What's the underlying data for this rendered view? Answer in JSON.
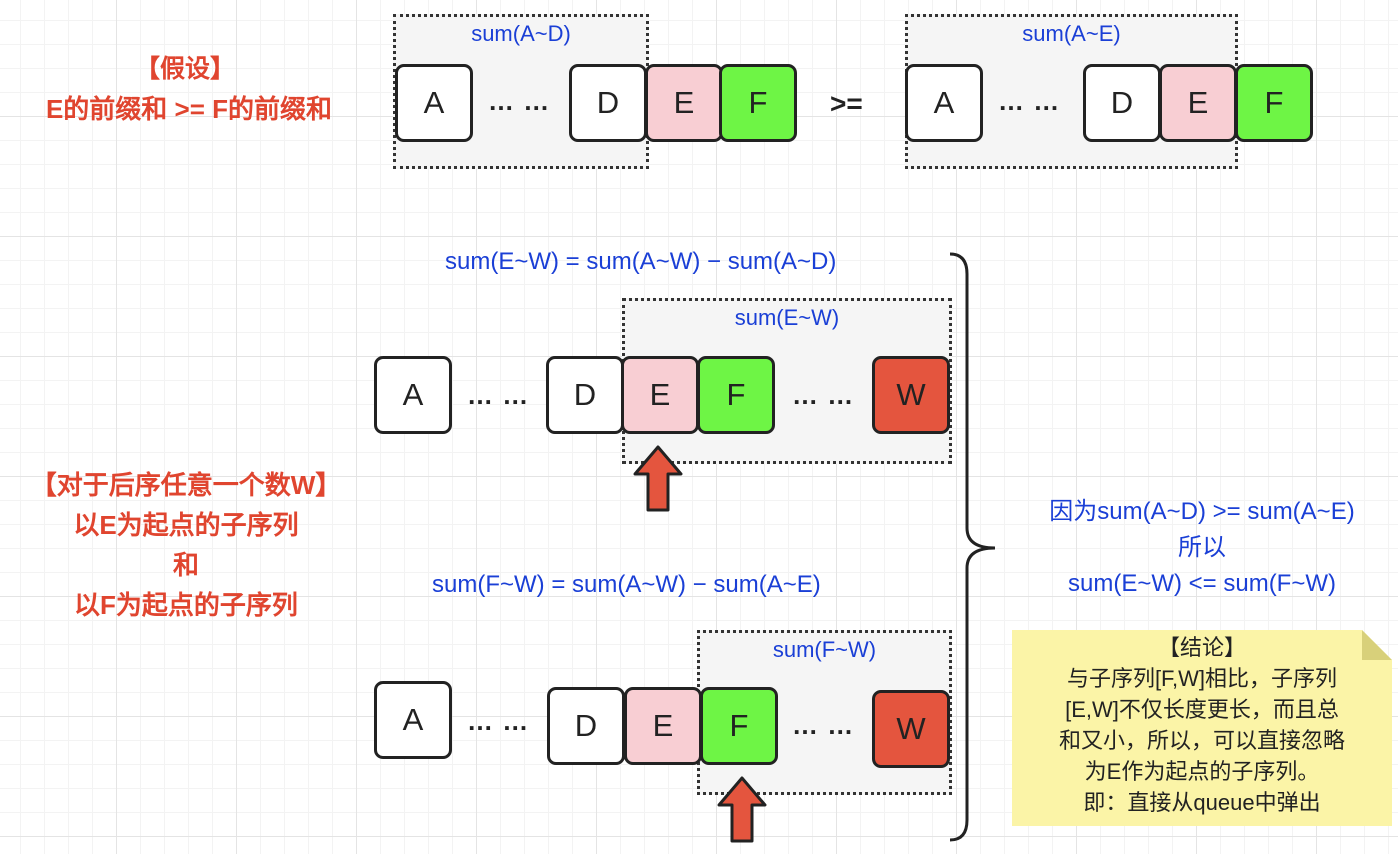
{
  "assumption": {
    "title": "【假设】",
    "statement": "E的前缀和 >= F的前缀和"
  },
  "top_row": {
    "left_group_label": "sum(A~D)",
    "right_group_label": "sum(A~E)",
    "operator": ">=",
    "ellipsis": "… …",
    "cells": [
      "A",
      "D",
      "E",
      "F"
    ]
  },
  "middle": {
    "heading": "【对于后序任意一个数W】",
    "line1": "以E为起点的子序列",
    "line2": "和",
    "line3": "以F为起点的子序列"
  },
  "row1": {
    "formula": "sum(E~W) = sum(A~W) − sum(A~D)",
    "group_label": "sum(E~W)",
    "cells": [
      "A",
      "D",
      "E",
      "F",
      "W"
    ],
    "ellipsis": "… …"
  },
  "row2": {
    "formula": "sum(F~W) = sum(A~W) − sum(A~E)",
    "group_label": "sum(F~W)",
    "cells": [
      "A",
      "D",
      "E",
      "F",
      "W"
    ],
    "ellipsis": "… …"
  },
  "reasoning": {
    "line1": "因为sum(A~D) >= sum(A~E)",
    "line2": "所以",
    "line3": "sum(E~W) <= sum(F~W)"
  },
  "conclusion": {
    "title": "【结论】",
    "lines": [
      "与子序列[F,W]相比，子序列",
      "[E,W]不仅长度更长，而且总",
      "和又小，所以，可以直接忽略",
      "为E作为起点的子序列。",
      "即：直接从queue中弹出"
    ]
  },
  "colors": {
    "pink": "#f8ced3",
    "green": "#6ef545",
    "red": "#e4553e",
    "blue_text": "#1a3fd6",
    "red_text": "#e0452f",
    "note": "#fbf4a7"
  }
}
